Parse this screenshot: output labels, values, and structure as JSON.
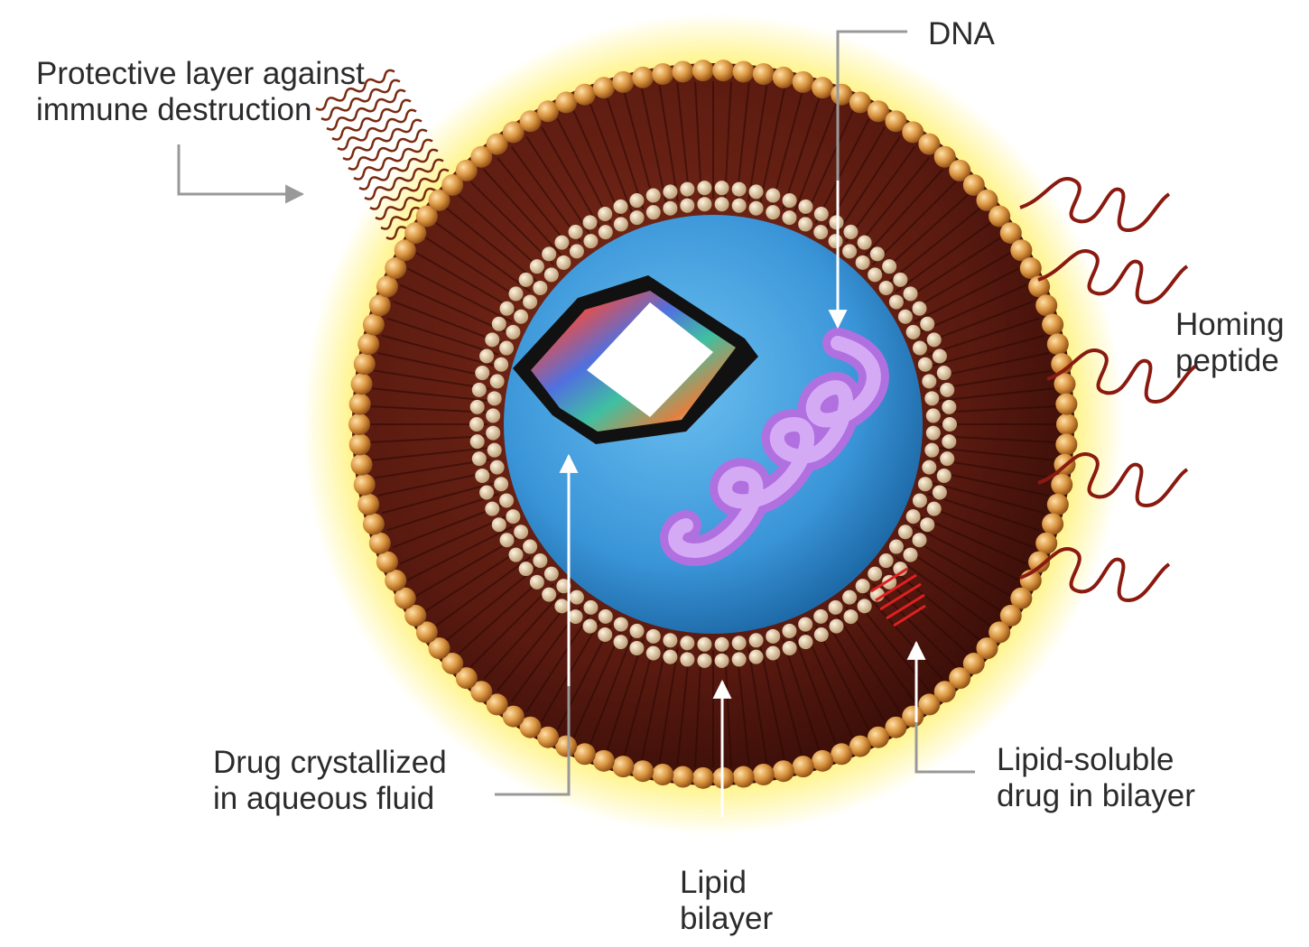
{
  "labels": {
    "protective": {
      "line1": "Protective layer against",
      "line2": "immune destruction"
    },
    "dna": {
      "line1": "DNA"
    },
    "homing": {
      "line1": "Homing",
      "line2": "peptide"
    },
    "drug_crystal": {
      "line1": "Drug crystallized",
      "line2": "in aqueous fluid"
    },
    "lipid_soluble": {
      "line1": "Lipid-soluble",
      "line2": "drug in bilayer"
    },
    "bilayer": {
      "line1": "Lipid",
      "line2": "bilayer"
    }
  },
  "colors": {
    "glow": "#fff27a",
    "outer_head": "#e0a050",
    "bilayer_body": "#5a1a10",
    "inner_head": "#e8d2b0",
    "core": "#3a95d8",
    "dna": "#c98ef0",
    "peptide": "#8a1a10",
    "lipid_drug": "#e02020",
    "leader": "#888888"
  }
}
